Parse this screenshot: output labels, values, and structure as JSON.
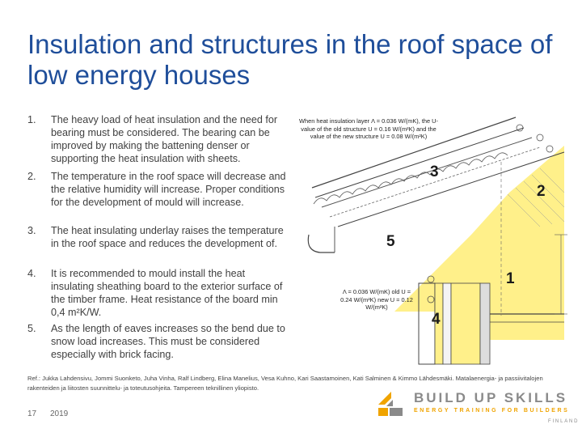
{
  "title": "Insulation and structures in the roof space of low energy houses",
  "items": [
    {
      "num": "1.",
      "text": "The heavy load of heat insulation and the need for bearing must be considered. The bearing can be improved by making the battening denser or supporting the heat insulation with sheets."
    },
    {
      "num": "2.",
      "text": "The temperature in the roof space will decrease and the relative humidity will increase. Proper conditions for the development of mould will increase."
    },
    {
      "num": "3.",
      "text": "The heat insulating underlay raises the temperature in the roof space and reduces the development of."
    },
    {
      "num": "4.",
      "text": "It is recommended to mould install the heat insulating sheathing board to the exterior surface of the timber frame. Heat resistance of the board min 0,4 m²K/W."
    },
    {
      "num": "5.",
      "text": "As the length of eaves increases so the bend due to snow load increases. This must be considered especially with brick facing."
    }
  ],
  "figure": {
    "note_top": "When heat insulation layer Λ = 0.036 W/(mK), the U-value of the old structure U = 0.16 W/(m²K) and the value of the new structure U = 0.08 W/(m²K)",
    "note_bottom": "Λ = 0.036 W/(mK) old U = 0.24 W/(m²K) new U = 0.12 W/(m²K)",
    "badges": [
      "3",
      "2",
      "5",
      "1",
      "4"
    ]
  },
  "reference": "Ref.: Jukka Lahdensivu, Jommi Suonketo, Juha Vinha, Ralf Lindberg, Elina Manelius, Vesa Kuhno, Kari Saastamoinen, Kati Salminen & Kimmo Lähdesmäki. Matalaenergia- ja passiivitalojen rakenteiden ja liitosten suunnittelu- ja toteutusohjeita. Tampereen teknillinen yliopisto.",
  "footer": {
    "page": "17",
    "year": "2019"
  },
  "logo": {
    "line1": "BUILD UP SKILLS",
    "line2": "ENERGY TRAINING FOR BUILDERS",
    "line3": "FINLAND"
  },
  "colors": {
    "title": "#1f4e9a",
    "insulation": "#fff08a",
    "logo_accent": "#f0a400"
  }
}
